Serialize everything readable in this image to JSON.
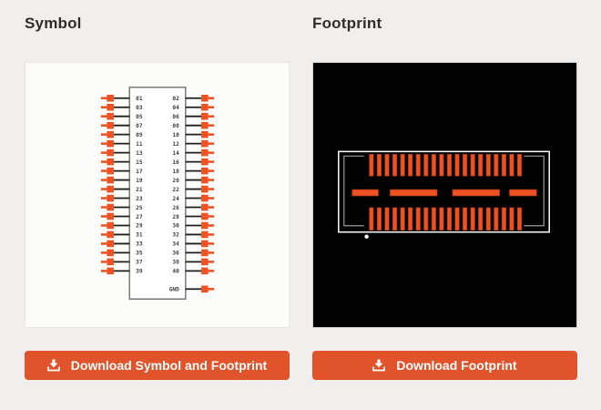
{
  "headings": {
    "symbol": "Symbol",
    "footprint": "Footprint"
  },
  "buttons": {
    "symbol_download_label": "Download Symbol and Footprint",
    "footprint_download_label": "Download Footprint"
  },
  "colors": {
    "page_bg": "#f0efed",
    "accent_orange": "#e0532b",
    "pad_orange": "#ef5123",
    "pad_edge": "#9a330f",
    "schematic_line": "#1f1f1f",
    "body_outline": "#6f6f6f",
    "footprint_bg": "#020202",
    "outline_white": "#ffffff",
    "bracket_gray": "#9a9a9a",
    "pin_label": "#3c3c3c"
  },
  "symbol": {
    "left_pins": [
      "01",
      "03",
      "05",
      "07",
      "09",
      "11",
      "13",
      "15",
      "17",
      "19",
      "21",
      "23",
      "25",
      "27",
      "29",
      "31",
      "33",
      "35",
      "37",
      "39"
    ],
    "right_pins": [
      "02",
      "04",
      "06",
      "08",
      "10",
      "12",
      "14",
      "16",
      "18",
      "20",
      "22",
      "24",
      "26",
      "28",
      "30",
      "32",
      "34",
      "36",
      "38",
      "40"
    ],
    "gnd_pin": "GND"
  },
  "footprint": {
    "top_pad_count": 20,
    "bottom_pad_count": 20,
    "mech_pad_count": 4,
    "pin1_marker": "white-dot"
  }
}
